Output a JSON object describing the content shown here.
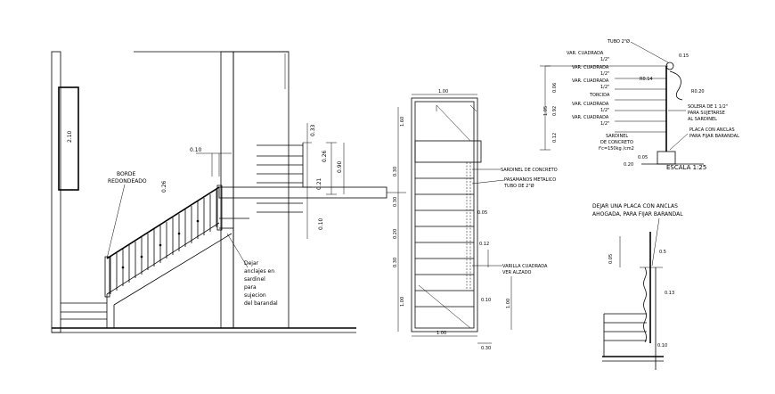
{
  "elevation": {
    "dim_2_10": "2.10",
    "dim_0_10_top": "0.10",
    "borde_line1": "BORDE",
    "borde_line2": "REDONDEADO",
    "dim_0_26": "0.26",
    "dim_0_33": "0.33",
    "dim_0_26_b": "0.26",
    "dim_0_90": "0.90",
    "dim_0_21": "0.21",
    "dim_0_10": "0.10",
    "note_line1": "Dejar",
    "note_line2": "anclajes en",
    "note_line3": "sardinel",
    "note_line4": "para",
    "note_line5": "sujecion",
    "note_line6": "del barandal"
  },
  "plan": {
    "dim_top": "1.00",
    "dim_bottom": "1.00",
    "dim_0_30": "0.30",
    "dim_1_60": "1.60",
    "dim_left_1": "1.60",
    "dim_left_2": "0.30",
    "dim_left_3": "0.30",
    "dim_left_4": "0.20",
    "dim_left_5": "0.30",
    "dim_left_6": "1.00",
    "dim_0_05": "0.05",
    "dim_0_12": "0.12",
    "dim_0_10": "0.10",
    "dim_right": "1.00",
    "label_sardinel": "SARDINEL DE CONCRETO",
    "label_pasamanos_1": "PASAMANOS METALICO",
    "label_pasamanos_2": "TUBO DE 2\"Ø",
    "label_varilla_1": "VARILLA CUADRADA",
    "label_varilla_2": "VER ALZADO"
  },
  "detail": {
    "tubo": "TUBO 2\"Ø",
    "var1": "VAR. CUADRADA",
    "var1_size": "1/2\"",
    "var2": "VAR. CUADRADA",
    "var2_size": "1/2\"",
    "var3": "VAR. CUADRADA",
    "var3_size": "1/2\"",
    "torcida": "TORCIDA",
    "var4": "VAR. CUADRADA",
    "var4_size": "1/2\"",
    "var5": "VAR. CUADRADA",
    "var5_size": "1/2\"",
    "sardinel_1": "SARDINEL",
    "sardinel_2": "DE CONCRETO",
    "sardinel_3": "f'c=150kg /cm2",
    "solera_1": "SOLERA DE 1 1/2\"",
    "solera_2": "PARA SUJETARSE",
    "solera_3": "AL SARDINEL",
    "placa_1": "PLACA CON ANCLAS",
    "placa_2": "PARA FIJAR BARANDAL",
    "dim_0_15": "0.15",
    "dim_r014": "R0.14",
    "dim_r020": "R0.20",
    "dim_0_05": "0.05",
    "dim_0_20": "0.20",
    "v_0_06": "0.06",
    "v_1_05": "1.05",
    "v_0_92": "0.92",
    "v_0_12": "0.12",
    "escala": "ESCALA 1:25"
  },
  "anchor": {
    "note_1": "DEJAR UNA PLACA CON ANCLAS",
    "note_2": "AHOGADA, PARA FIJAR BARANDAL",
    "dim_0_05": "0.05",
    "dim_0_5": "0.5",
    "dim_0_13": "0.13",
    "dim_0_10": "0.10"
  }
}
